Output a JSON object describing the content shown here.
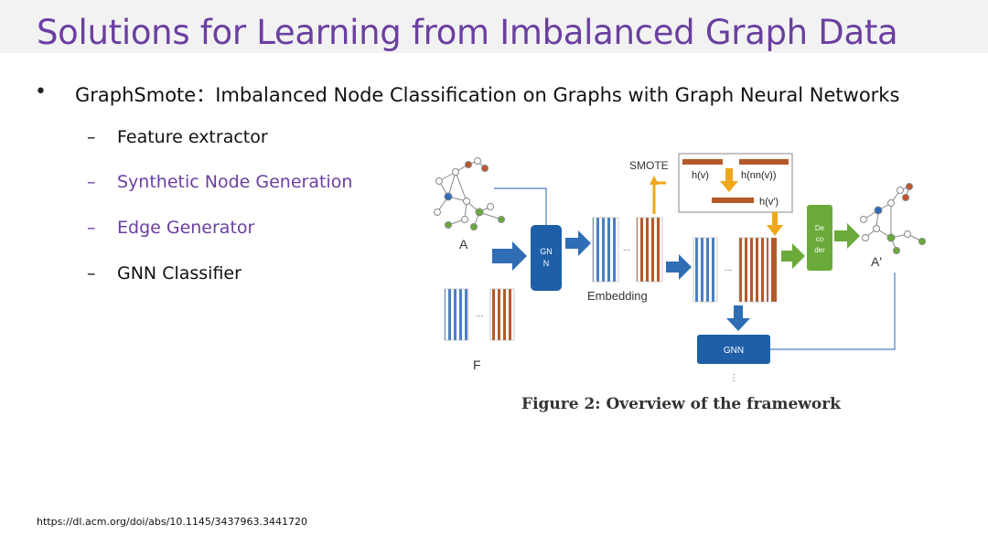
{
  "slide": {
    "title": "Solutions for Learning from Imbalanced Graph Data",
    "bullet": "GraphSmote：Imbalanced Node Classification on Graphs with Graph Neural Networks",
    "dash": "–",
    "subitems": [
      {
        "label": "Feature extractor"
      },
      {
        "label": "Synthetic Node Generation"
      },
      {
        "label": "Edge Generator"
      },
      {
        "label": "GNN Classifier"
      }
    ],
    "footer_url": "https://dl.acm.org/doi/abs/10.1145/3437963.3441720"
  },
  "figure": {
    "caption": "Figure 2: Overview of the framework",
    "labels": {
      "a": "A",
      "a_prime": "A'",
      "f": "F",
      "embedding": "Embedding",
      "smote": "SMOTE",
      "hv": "h(v)",
      "hnnv": "h(nn(v))",
      "hvprime": "h(v')",
      "gnn_block_1": "GN",
      "gnn_block_2": "N",
      "gnn_classifier": "GNN",
      "decoder_1": "De",
      "decoder_2": "co",
      "decoder_3": "der",
      "ellipsis": "...",
      "vdots": "⋮"
    },
    "colors": {
      "blue": "#2f6db5",
      "light_blue": "#6fa0d8",
      "brown": "#b5592a",
      "green": "#6aaa3a",
      "orange": "#f0a81a",
      "title_purple": "#6b3fa0"
    }
  }
}
